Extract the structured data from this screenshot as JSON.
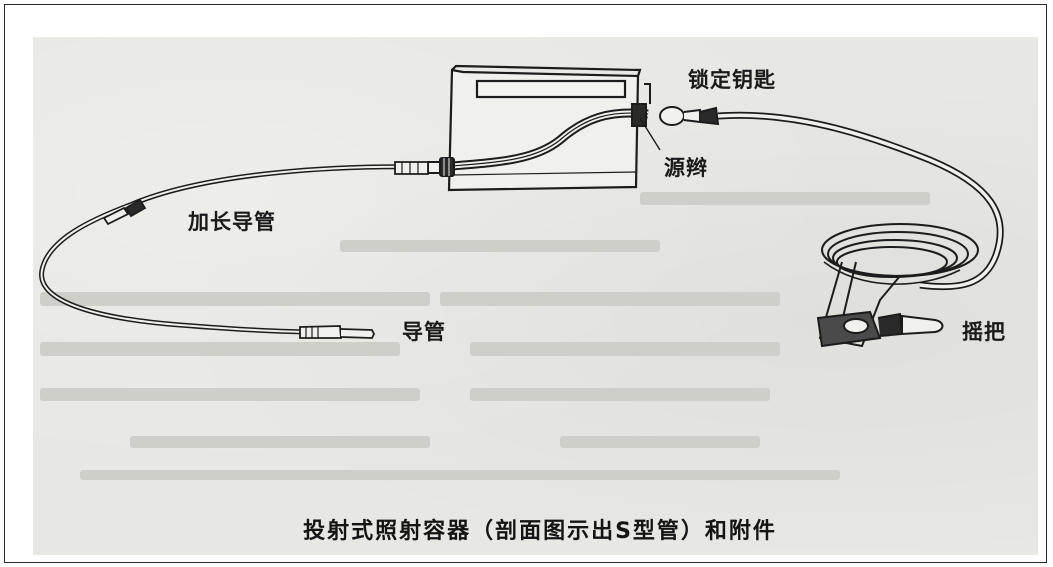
{
  "labels": {
    "lock_key": "锁定钥匙",
    "source_valve": "源辫",
    "extension_tube": "加长导管",
    "guide_tube": "导管",
    "crank": "摇把"
  },
  "caption": "投射式照射容器（剖面图示出S型管）和附件",
  "colors": {
    "ink": "#1a1a1a",
    "scan_background": "#e7e7e3",
    "page_background": "#ffffff"
  }
}
